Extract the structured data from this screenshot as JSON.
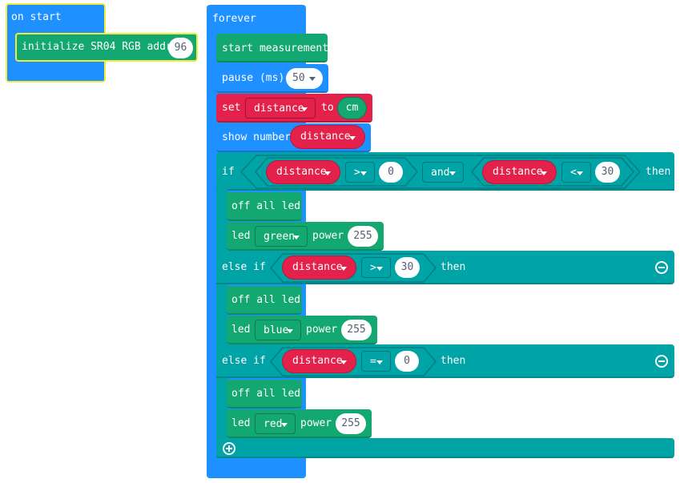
{
  "on_start": {
    "hat_label": "on start",
    "init_label": "initialize SR04 RGB addr",
    "addr_value": "96"
  },
  "forever": {
    "hat_label": "forever",
    "start_measurement_label": "start measurement",
    "pause": {
      "label": "pause (ms)",
      "value": "50"
    },
    "set": {
      "label": "set",
      "variable": "distance",
      "to_label": "to",
      "value": "cm"
    },
    "show_number": {
      "label": "show number",
      "variable": "distance"
    },
    "if_block": {
      "if_label": "if",
      "then_label": "then",
      "left": {
        "variable": "distance",
        "op": ">",
        "value": "0"
      },
      "logic_op": "and",
      "right": {
        "variable": "distance",
        "op": "<",
        "value": "30"
      },
      "body": {
        "off_label": "off all led",
        "led_label": "led",
        "color": "green",
        "power_label": "power",
        "power_value": "255"
      }
    },
    "else_if_1": {
      "label": "else if",
      "then_label": "then",
      "variable": "distance",
      "op": ">",
      "value": "30",
      "body": {
        "off_label": "off all led",
        "led_label": "led",
        "color": "blue",
        "power_label": "power",
        "power_value": "255"
      }
    },
    "else_if_2": {
      "label": "else if",
      "then_label": "then",
      "variable": "distance",
      "op": "=",
      "value": "0",
      "body": {
        "off_label": "off all led",
        "led_label": "led",
        "color": "red",
        "power_label": "power",
        "power_value": "255"
      }
    }
  },
  "icons": {
    "remove": "minus-circle-icon",
    "add": "plus-circle-icon",
    "dropdown": "caret-down-icon"
  },
  "colors": {
    "events_blue": "#1e90ff",
    "sensor_green": "#13a772",
    "variables_red": "#e3214a",
    "logic_teal": "#00a4a6",
    "hat_outline": "#f4ec3d"
  }
}
